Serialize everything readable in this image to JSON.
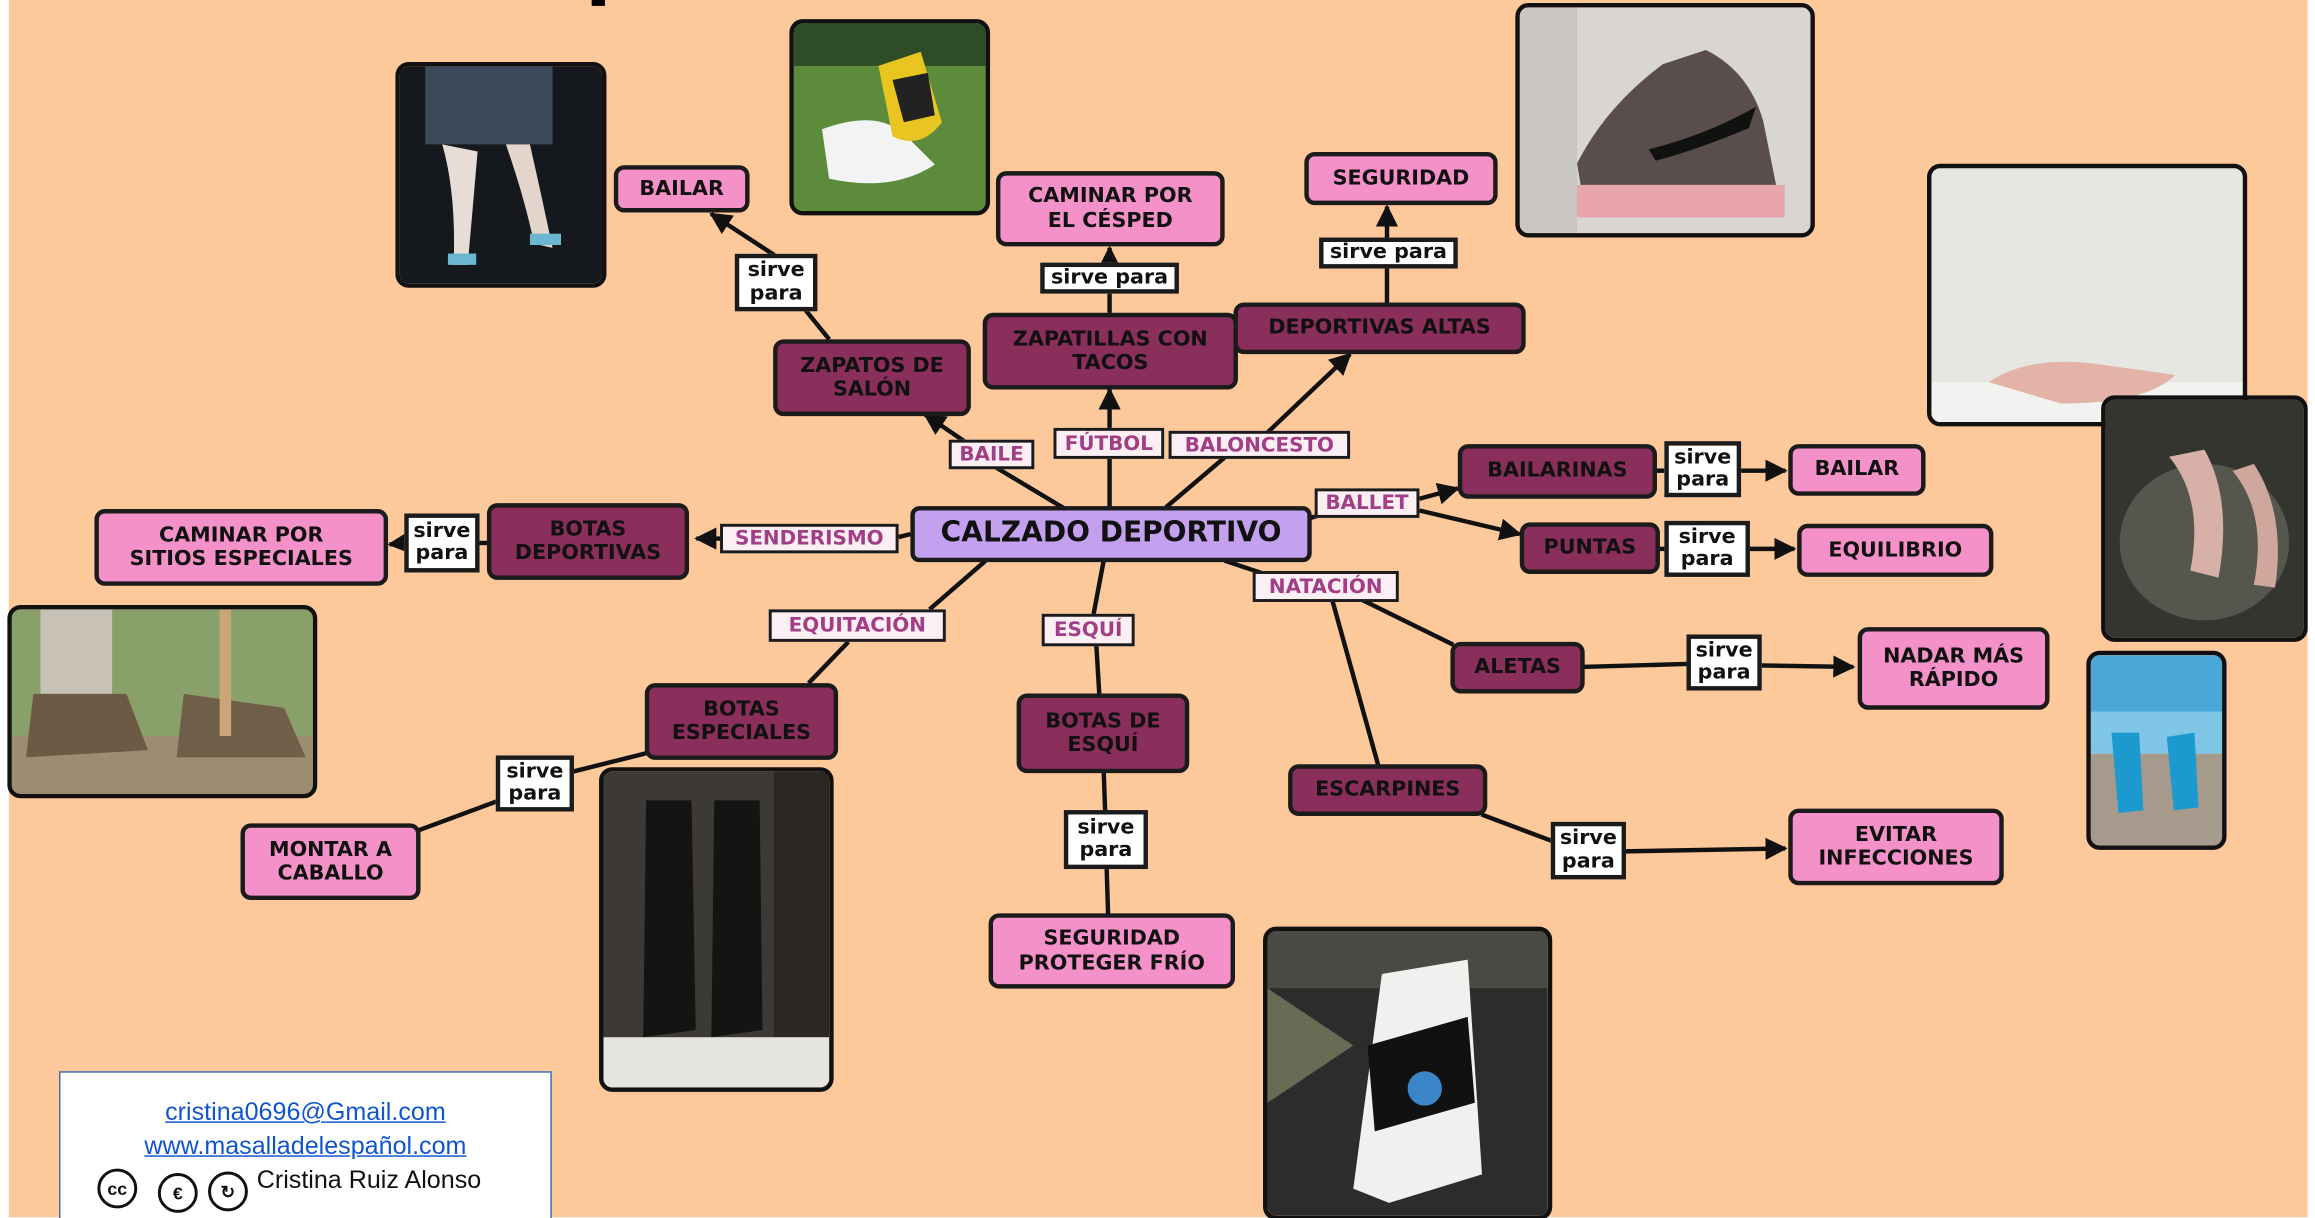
{
  "center": "CALZADO DEPORTIVO",
  "sports": {
    "baile": "BAILE",
    "futbol": "FÚTBOL",
    "baloncesto": "BALONCESTO",
    "ballet": "BALLET",
    "senderismo": "SENDERISMO",
    "equitacion": "EQUITACIÓN",
    "esqui": "ESQUÍ",
    "natacion": "NATACIÓN"
  },
  "footwear": {
    "zapatos_salon": "ZAPATOS DE\nSALÓN",
    "zapatillas_tacos": "ZAPATILLAS CON\nTACOS",
    "deportivas_altas": "DEPORTIVAS ALTAS",
    "bailarinas": "BAILARINAS",
    "puntas": "PUNTAS",
    "botas_deportivas": "BOTAS\nDEPORTIVAS",
    "botas_especiales": "BOTAS\nESPECIALES",
    "botas_esqui": "BOTAS DE\nESQUÍ",
    "aletas": "ALETAS",
    "escarpines": "ESCARPINES"
  },
  "uses": {
    "bailar_salon": "BAILAR",
    "caminar_cesped": "CAMINAR POR\nEL CÉSPED",
    "seguridad": "SEGURIDAD",
    "bailar_ballet": "BAILAR",
    "equilibrio": "EQUILIBRIO",
    "caminar_sitios": "CAMINAR POR\nSITIOS ESPECIALES",
    "montar_caballo": "MONTAR A\nCABALLO",
    "seguridad_frio": "SEGURIDAD\nPROTEGER FRÍO",
    "nadar_rapido": "NADAR MÁS\nRÁPIDO",
    "evitar_infecciones": "EVITAR\nINFECCIONES"
  },
  "connector": {
    "sirve_para_two_line": "sirve\npara",
    "sirve_para_one_line": "sirve para"
  },
  "credit": {
    "email": "cristina0696@Gmail.com",
    "website": "www.masalladelespañol.com",
    "author": "Cristina Ruiz Alonso",
    "license_icons": [
      "cc-icon",
      "non-commercial-icon",
      "share-alike-icon"
    ]
  },
  "photos": [
    "dance-heels-photo",
    "football-boots-photo",
    "basketball-sneaker-photo",
    "ballet-flats-photo",
    "pointe-shoes-photo",
    "swim-fins-photo",
    "hiking-boots-photo",
    "riding-boots-photo",
    "ski-boot-photo"
  ],
  "colors": {
    "background": "#fdc89a",
    "center_node": "#c4a1ef",
    "footwear_node": "#8a2e5c",
    "use_node": "#f591c9",
    "sport_label_text": "#a23e86",
    "link_text": "#1155cc"
  }
}
